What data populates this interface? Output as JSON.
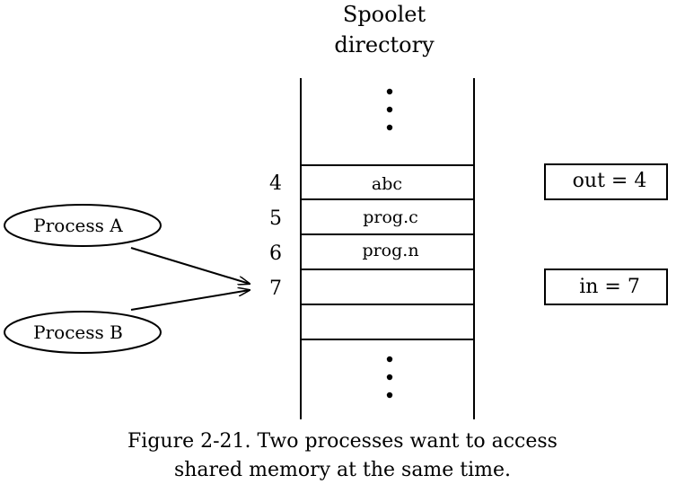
{
  "directory_title": [
    "Spoolet",
    "directory"
  ],
  "slots": [
    {
      "index": "4",
      "file": "abc"
    },
    {
      "index": "5",
      "file": "prog.c"
    },
    {
      "index": "6",
      "file": "prog.n"
    },
    {
      "index": "7",
      "file": ""
    },
    {
      "index": "",
      "file": ""
    }
  ],
  "processes": [
    "Process A",
    "Process B"
  ],
  "variables": {
    "out": "out = 4",
    "in": "in = 7"
  },
  "caption": [
    "Figure 2-21. Two processes want to access",
    "shared memory at the same time."
  ]
}
